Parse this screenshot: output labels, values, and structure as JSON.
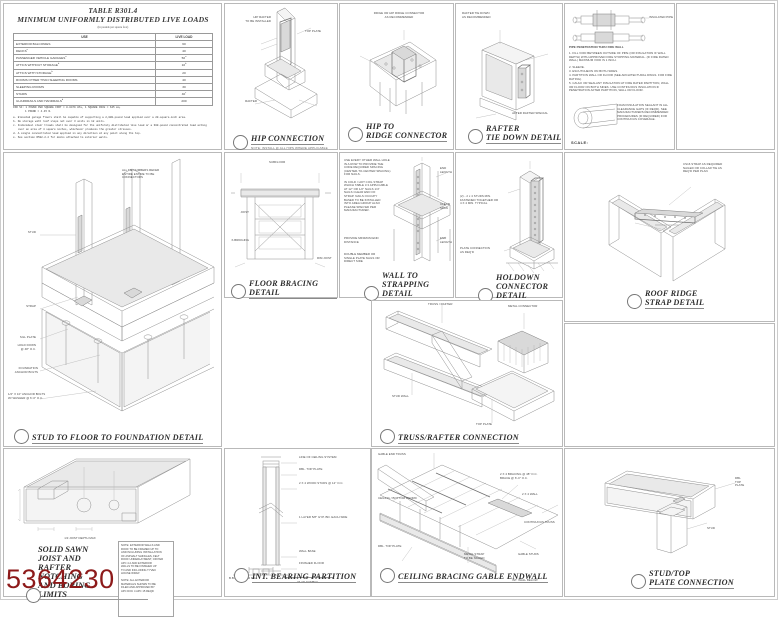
{
  "sheet": {
    "watermark": "5364230",
    "accent_color": "#8d1a1a",
    "line_color": "#8e8e8e"
  },
  "table": {
    "title_line1": "TABLE R301.4",
    "title_line2": "MINIMUM UNIFORMLY DISTRIBUTED LIVE LOADS",
    "title_line3": "(in pounds per square foot)",
    "columns": [
      "USE",
      "LIVE LOAD"
    ],
    "rows": [
      {
        "use": "EXTERIOR BALCONIES",
        "note": "",
        "load": "60",
        "load_note": ""
      },
      {
        "use": "DECKS",
        "note": "e",
        "load": "40",
        "load_note": ""
      },
      {
        "use": "PASSENGER VEHICLE GARAGES",
        "note": "a",
        "load": "50",
        "load_note": "a"
      },
      {
        "use": "ATTICS WITHOUT STORAGE",
        "note": "b",
        "load": "10",
        "load_note": "b"
      },
      {
        "use": "ATTICS WITH STORAGE",
        "note": "b",
        "load": "20",
        "load_note": ""
      },
      {
        "use": "ROOMS OTHER THAN SLEEPING ROOMS",
        "note": "",
        "load": "40",
        "load_note": ""
      },
      {
        "use": "SLEEPING ROOMS",
        "note": "",
        "load": "30",
        "load_note": ""
      },
      {
        "use": "STAIRS",
        "note": "",
        "load": "40",
        "load_note": "c"
      },
      {
        "use": "GUARDRAILS AND HANDRAILS",
        "note": "d",
        "load": "200",
        "load_note": ""
      }
    ],
    "si_note_line1": "FOR SI:   1 POUND PER SQUARE FOOT = 0.0479 kPa,  1 SQUARE INCH = 645 mm,",
    "si_note_line2": "1 POUND = 4.45 N.",
    "footnotes": [
      "a.  Elevated garage floors shall be capable of supporting a 2,000-pound load applied over a 20-square-inch area.",
      "b.  No storage with roof slope not over 3 units in 12 units.",
      "c.  Individual stair treads shall be designed for the uniformly distributed live load or a 300-pound concentrated load acting over an area of 4 square inches, whichever produces the greater stresses.",
      "d.  A single concentrated load applied in any direction at any point along the top.",
      "e.  See section R502.2.2 for decks attached to exterior walls."
    ]
  },
  "details": [
    {
      "id": "hip-connection",
      "title": "HIP CONNECTION",
      "sub": "NOTE: INSTALL @ ALL HIPS WHERE APPLICABLE"
    },
    {
      "id": "hip-to-ridge",
      "title": "HIP TO\nRIDGE CONNECTOR",
      "sub": ""
    },
    {
      "id": "rafter-tie-down",
      "title": "RAFTER\nTIE DOWN DETAIL",
      "sub": ""
    },
    {
      "id": "floor-bracing",
      "title": "FLOOR BRACING DETAIL",
      "sub": ""
    },
    {
      "id": "wall-to-strapping",
      "title": "WALL TO\nSTRAPPING DETAIL",
      "sub": ""
    },
    {
      "id": "holdown-connector",
      "title": "HOLDOWN\nCONNECTOR DETAIL",
      "sub": ""
    },
    {
      "id": "roof-ridge-strap",
      "title": "ROOF RIDGE\nSTRAP DETAIL",
      "sub": ""
    },
    {
      "id": "stud-floor-foundation",
      "title": "STUD TO FLOOR TO FOUNDATION DETAIL",
      "sub": ""
    },
    {
      "id": "truss-rafter",
      "title": "TRUSS/RAFTER CONNECTION",
      "sub": ""
    },
    {
      "id": "int-bearing-partition",
      "title": "INT. BEARING PARTITION",
      "sub": ""
    },
    {
      "id": "ceiling-bracing-gable",
      "title": "CEILING BRACING GABLE ENDWALL",
      "sub": ""
    },
    {
      "id": "stud-top-plate",
      "title": "STUD/TOP\nPLATE CONNECTION",
      "sub": ""
    },
    {
      "id": "notching-boring",
      "title": "SOLID SAWN\nJOIST AND\nRAFTER\nNOTCHING\nAND BORING\nLIMITS",
      "sub": ""
    }
  ],
  "pipe_penetration": {
    "insulated_pipe_label": "INSULATED PIPE",
    "heading": "PIPE PENETRATION THRU FIRE WALL",
    "notes": [
      "1. FILL VOID BETWEEN OUTSIDE OF PIPE (OR INSULATION IF WALL DEPTH) WITH APPROVED FIRE STOPPING MATERIAL. (IF FIRE RATED WALL) MAXIMUM VOID IS 1 INCH.",
      "2. SLEEVE.",
      "3. ESCUTCHEON ON BOTH SIDES.",
      "4. PARTITION WALL OR FLOOR (SEE ARCHITECTURAL DWGS. FOR FIRE RATING).",
      "5. CAULK OR SEALANT INSULATION AT FIRE RATED PARTITION, WALL OR FLOOR ON BOTH SIDES. USE CONTINUOUS INSULATION IF PENETRATION AFTER PARTITION, WALL OR FLOOR."
    ],
    "callout": "FOAM INSULATION SEALANT IN ALL CLEARANCE GAPS (IF REQD). SEE MANUFACTURERS RECOMMENDED PROCEDURES (IF REQUIRED) FOR CONTINUOUS COVERAGE.",
    "scale_label": "SCALE:"
  },
  "int_bearing_partition": {
    "labels": [
      "LINE OF CEILING SYSTEM",
      "DBL. TOP PLATE",
      "2 X 4 WOOD STUDS @ 12\" O.C.",
      "1 LAYER 5/8\" GYP. BD. EACH SIDE",
      "WALL BASE",
      "FINISHED FLOOR"
    ],
    "plan_symbol_label": "PLAN SYMBOL",
    "dim_note": "B.B.A. F/301 60 MIN"
  },
  "stud_floor_foundation": {
    "labels": [
      "STUD",
      "STRAP",
      "SILL PLATE",
      "HOLD DOWN\n@ 48\" O.C.",
      "FOUNDATION\nANCHOR BOLTS",
      "1/2\" X 10\" ANCHOR BOLTS\nW/ WASHER @ 6'-0\" O.C."
    ]
  },
  "floor_bracing": {
    "labels": [
      "JOIST",
      "SUBFLOOR",
      "X-BRIDGING",
      "RIM JOIST",
      "BLOCKING"
    ]
  },
  "wall_to_strapping": {
    "note_block": "USE EVERY OTHER WALL HOLE\nIN A ROW TO PROVIDE THE\nCODE REQUIRED SPACING\n(CENTER-TO-CENTER SPACING)\nFOR NAILS.\n\nIN COLD / HOT COIL STRAP\nWHICH TABLE 3.3 APPLICABLE\nAT 12\" OR 1/2\" NAILS 1/4\"\nNAILS CLEAR END OF\nSTRAP. NAILS OCCUPY\nBASED TO BE INSTALLED\nINTO AREA GROUP ALSO\nPLEASE SPEC'ED PER\nMANUFACTURER.",
    "dim_label_top": "END\nLENGTH",
    "dim_label_mid": "CLEAR\nSPAN",
    "dim_label_bot": "END\nLENGTH",
    "min_note": "PROVIDE MINIMUM END\nDISTANCE",
    "bottom_note": "DOUBLE MEMBER OR\nSINGLE PLATE NAILS OR\nDIRECT SIDE"
  },
  "holdown": {
    "stud_note": "(2) - 2 x 4 STUDS MIN.\nFASTENED TOGETHER OR\n4 X 4 MIN. TYPICAL",
    "plate_note": "PLATE CONNECTION\nAS REQ'D"
  },
  "truss_rafter": {
    "labels": [
      "TRUSS / RAFTER",
      "TOP PLATE",
      "METAL CONNECTOR",
      "STUD WALL"
    ]
  },
  "ceiling_bracing": {
    "labels": [
      "GABLE END TRUSS",
      "2 X 4 BRACING @ 48\" O.C.",
      "BRACE @ 6'-0\" O.C.",
      "2 X 4 WALL",
      "CEILING / BOTTOM CHORD",
      "CONTINUOUS TRUSS",
      "METAL STRAP",
      "TO BE NAILED",
      "GABLE STUDS",
      "DBL. TOP PLATE",
      "INT. WALL BELOW"
    ]
  },
  "stud_top_plate": {
    "labels": [
      "DBL\nTOP\nPLATE",
      "STUD"
    ]
  },
  "notching_note": "NOTE: EXTERIOR WALLS AND\nROOF TO BE FRAMED UP TO\nAND INCLUDING INSTALLATION\nOF ASPHALT SHINGLES, FELT\nROOF UNDERLAYMENT, OR PER\nAPC 4.2 AND EXTERIOR\nWALLS TO BE FINISHED UP\nTO AND INCLUDING TYVEK\nHOUSE WRAP.\n\nNOTE: ALL EXTERIOR\nMATERIALS SHOWN TO BE\nFILED AND APPROVED BY\nAPC DOC 4 APC 15 REQD",
  "hip_connection": {
    "labels": [
      "HIP RAFTER",
      "TO BE INSTALLED",
      "RAFTER",
      "TOP PLATE"
    ]
  },
  "hip_to_ridge": {
    "labels": [
      "RIDGE OR HIP RIDGE CONNECTOR",
      "AS RECOMMENDED"
    ]
  },
  "rafter_tie_down": {
    "labels": [
      "RAFTER",
      "AFTER RAFTER SPECIAL",
      "TOP PLATE"
    ]
  },
  "roof_ridge_strap": {
    "labels": [
      "CS16 STRAP AS REQUIRED",
      "NAILED OR COLLAR TIE AS\nREQ'D PER PLAN"
    ]
  }
}
